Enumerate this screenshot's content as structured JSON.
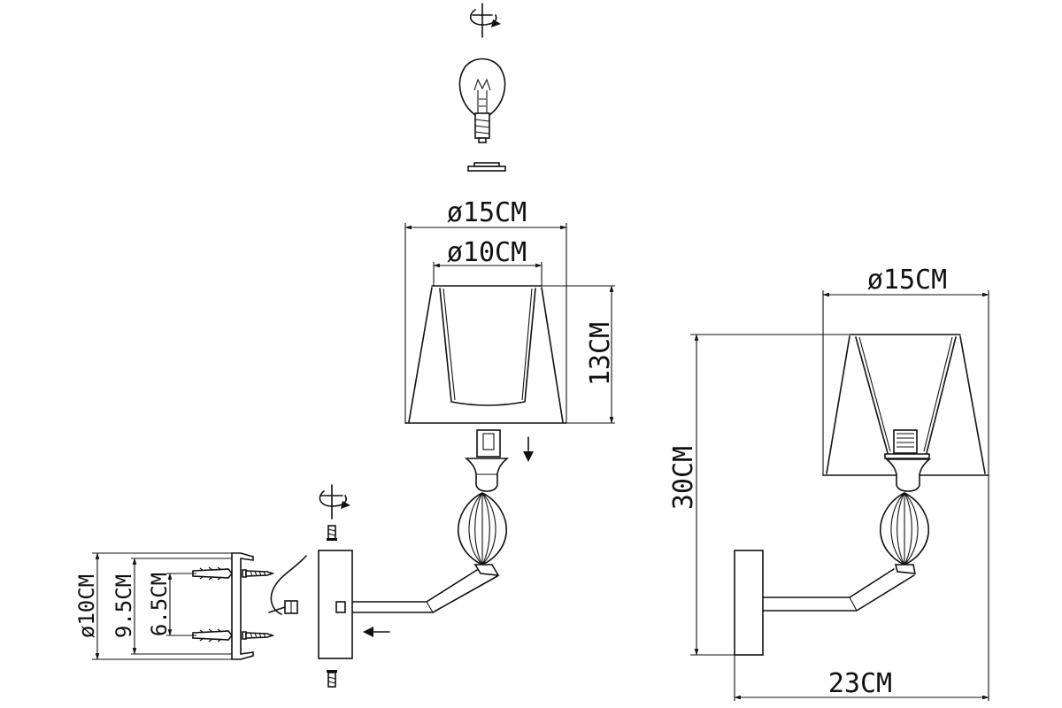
{
  "labels": {
    "shade_outer_diameter": "ø15CM",
    "shade_inner_diameter": "ø10CM",
    "shade_height": "13CM",
    "assembled_shade_diameter": "ø15CM",
    "assembled_height": "30CM",
    "assembled_projection": "23CM",
    "base_diameter": "ø10CM",
    "bracket_span": "9.5CM",
    "screw_spacing": "6.5CM"
  }
}
